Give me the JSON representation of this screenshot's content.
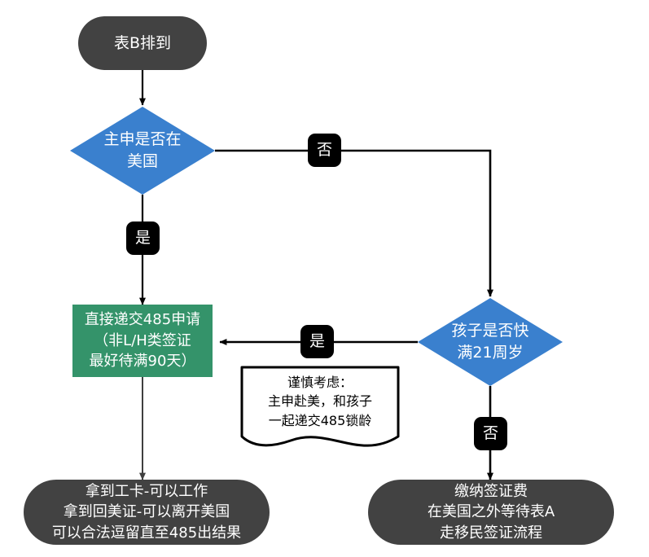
{
  "diagram": {
    "title": "485 filing decision flowchart",
    "colors": {
      "terminator_fill": "#424242",
      "decision_fill": "#3a80ce",
      "process_fill": "#34936a",
      "badge_fill": "#000000",
      "connector": "#000000",
      "connector_light": "#595959",
      "note_border": "#000000",
      "text_light": "#ffffff",
      "text_dark": "#000000",
      "background": "#ffffff"
    },
    "nodes": {
      "start": {
        "shape": "terminator",
        "lines": [
          "表B排到"
        ]
      },
      "decision_applicant_in_us": {
        "shape": "decision",
        "lines": [
          "主申是否在",
          "美国"
        ]
      },
      "process_file_485": {
        "shape": "process",
        "lines": [
          "直接递交485申请",
          "（非L/H类签证",
          "最好待满90天）"
        ]
      },
      "decision_child_turning_21": {
        "shape": "decision",
        "lines": [
          "孩子是否快",
          "满21周岁"
        ]
      },
      "note_consider": {
        "shape": "document-note",
        "lines": [
          "谨慎考虑：",
          "主申赴美，和孩子",
          "一起递交485锁龄"
        ]
      },
      "end_left": {
        "shape": "terminator",
        "lines": [
          "拿到工卡-可以工作",
          "拿到回美证-可以离开美国",
          "可以合法逗留直至485出结果"
        ]
      },
      "end_right": {
        "shape": "terminator",
        "lines": [
          "缴纳签证费",
          "在美国之外等待表A",
          "走移民签证流程"
        ]
      }
    },
    "edge_labels": {
      "applicant_no": "否",
      "applicant_yes": "是",
      "child_yes": "是",
      "child_no": "否"
    }
  }
}
